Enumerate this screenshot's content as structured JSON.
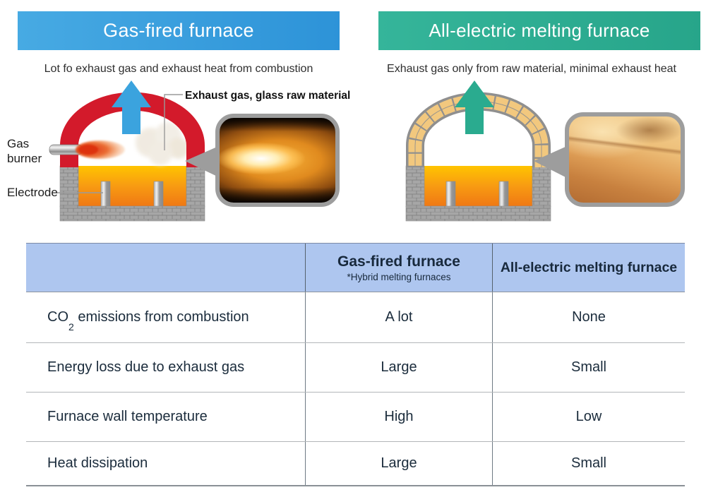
{
  "left_panel": {
    "title": "Gas-fired furnace",
    "subtitle": "Lot fo exhaust gas and exhaust heat from combustion",
    "exhaust_label": "Exhaust gas, glass raw material",
    "gas_burner_label": "Gas\nburner",
    "electrode_label": "Electrode",
    "colors": {
      "banner": "#3aa2de",
      "arrow": "#3ba3de",
      "dome": "#d31a2b"
    }
  },
  "right_panel": {
    "title": "All-electric melting furnace",
    "subtitle": "Exhaust gas only from raw material, minimal exhaust heat",
    "colors": {
      "banner": "#2fae93",
      "arrow": "#2aab8f",
      "dome_brick": "#f2c87e"
    }
  },
  "table": {
    "header": {
      "blank": "",
      "gas_title": "Gas-fired furnace",
      "gas_note": "*Hybrid melting furnaces",
      "electric_title": "All-electric melting furnace",
      "bg_color": "#aec6ef"
    },
    "rows": [
      {
        "label_pre": "CO",
        "label_sub": "2",
        "label_post": " emissions from combustion",
        "gas": "A lot",
        "electric": "None"
      },
      {
        "label": "Energy loss due to exhaust gas",
        "gas": "Large",
        "electric": "Small"
      },
      {
        "label": "Furnace wall temperature",
        "gas": "High",
        "electric": "Low"
      },
      {
        "label": "Heat dissipation",
        "gas": "Large",
        "electric": "Small"
      }
    ]
  },
  "colors": {
    "text_navy": "#1b2c3c",
    "pointer_gray": "#9d9d9d",
    "brick_gray": "#a6a6a6"
  }
}
